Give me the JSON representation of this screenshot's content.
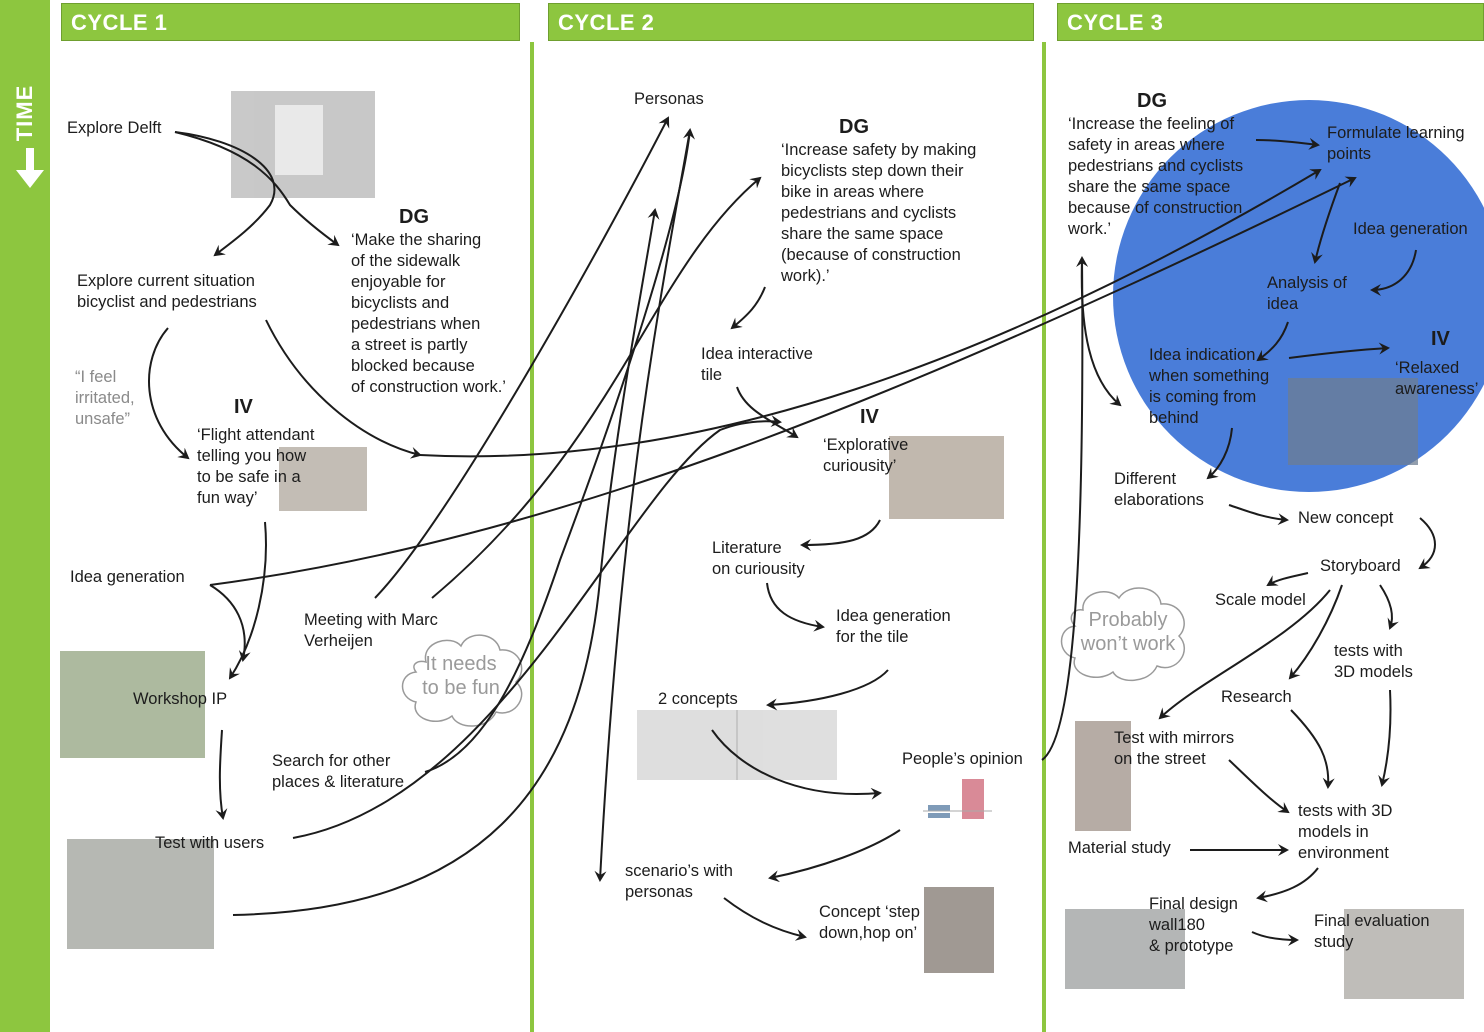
{
  "sidebar": {
    "label": "TIME"
  },
  "headers": {
    "cycle1": "CYCLE 1",
    "cycle2": "CYCLE 2",
    "cycle3": "CYCLE 3"
  },
  "cycle1": {
    "explore_delft": "Explore Delft",
    "dg_label": "DG",
    "dg_text": "‘Make the sharing\nof the sidewalk\nenjoyable for\nbicyclists and\npedestrians when\na street is partly\nblocked because\nof construction work.’",
    "explore_current": "Explore current situation\nbicyclist and pedestrians",
    "quote": "“I feel\nirritated,\nunsafe”",
    "iv_label": "IV",
    "iv_text": "‘Flight attendant\ntelling you how\nto be safe in a\nfun way’",
    "idea_generation": "Idea generation",
    "meeting": "Meeting with Marc\nVerheijen",
    "cloud": "It needs\nto be fun",
    "workshop": "Workshop IP",
    "search": "Search for other\nplaces & literature",
    "test_users": "Test with users"
  },
  "cycle2": {
    "personas": "Personas",
    "dg_label": "DG",
    "dg_text": "‘Increase safety by making\nbicyclists step down their\nbike in areas where\npedestrians and cyclists\nshare the same space\n(because of construction\nwork).’",
    "idea_tile": "Idea interactive\ntile",
    "iv_label": "IV",
    "iv_text": "‘Explorative\ncuriousity’",
    "literature": "Literature\non curiousity",
    "idea_gen_tile": "Idea generation\nfor the tile",
    "two_concepts": "2 concepts",
    "peoples_opinion": "People’s opinion",
    "scenarios": "scenario’s with\npersonas",
    "concept": "Concept ‘step\ndown,hop on’"
  },
  "cycle3": {
    "dg_label": "DG",
    "dg_text": "‘Increase the feeling of\nsafety in areas where\npedestrians and cyclists\nshare the same space\nbecause of construction\nwork.’",
    "formulate": "Formulate learning\npoints",
    "idea_generation": "Idea generation",
    "analysis": "Analysis of\nidea",
    "iv_label": "IV",
    "iv_text": "‘Relaxed\nawareness’",
    "idea_indication": "Idea indication\nwhen something\nis coming from\nbehind",
    "different": "Different\nelaborations",
    "new_concept": "New concept",
    "storyboard": "Storyboard",
    "scale_model": "Scale model",
    "cloud": "Probably\nwon’t work",
    "tests_3d": "tests with\n3D models",
    "research": "Research",
    "test_mirrors": "Test with mirrors\non the street",
    "tests_3d_env": "tests with 3D\nmodels in\nenvironment",
    "material": "Material study",
    "final_design": "Final design\nwall180\n& prototype",
    "final_eval": "Final evaluation\nstudy"
  },
  "colors": {
    "green": "#8dc63f",
    "highlight": "#3c73d6",
    "arrow": "#1c1c1c"
  }
}
